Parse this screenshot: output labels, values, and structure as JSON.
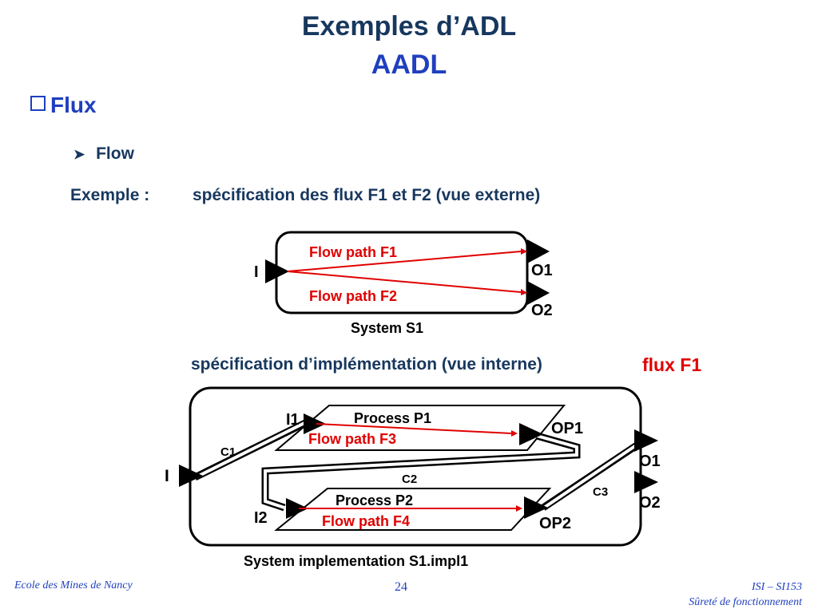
{
  "title": {
    "line1": "Exemples d’ADL",
    "line2": "AADL"
  },
  "bullet": {
    "label": "Flux"
  },
  "sub_bullet": {
    "label": "Flow"
  },
  "example": {
    "label": "Exemple :",
    "text": "spécification des flux F1 et F2 (vue externe)"
  },
  "external": {
    "input_port": "I",
    "out1": "O1",
    "out2": "O2",
    "flow1": "Flow path F1",
    "flow2": "Flow path F2",
    "system_label": "System S1"
  },
  "internal_heading": {
    "text": "spécification d’implémentation (vue interne)",
    "flux": "flux F1"
  },
  "internal": {
    "input_port": "I",
    "i1": "I1",
    "i2": "I2",
    "op1": "OP1",
    "op2": "OP2",
    "o1": "O1",
    "o2": "O2",
    "p1": "Process P1",
    "p2": "Process P2",
    "flow3": "Flow path F3",
    "flow4": "Flow path F4",
    "c1": "C1",
    "c2": "C2",
    "c3": "C3",
    "system_label": "System implementation S1.impl1"
  },
  "colors": {
    "title": "#17375e",
    "accent": "#1f3fbf",
    "flow": "#e00000"
  },
  "footer": {
    "left": "Ecole des Mines de Nancy",
    "page": "24",
    "right1": "ISI – SI153",
    "right2": "Sûreté de fonctionnement"
  }
}
